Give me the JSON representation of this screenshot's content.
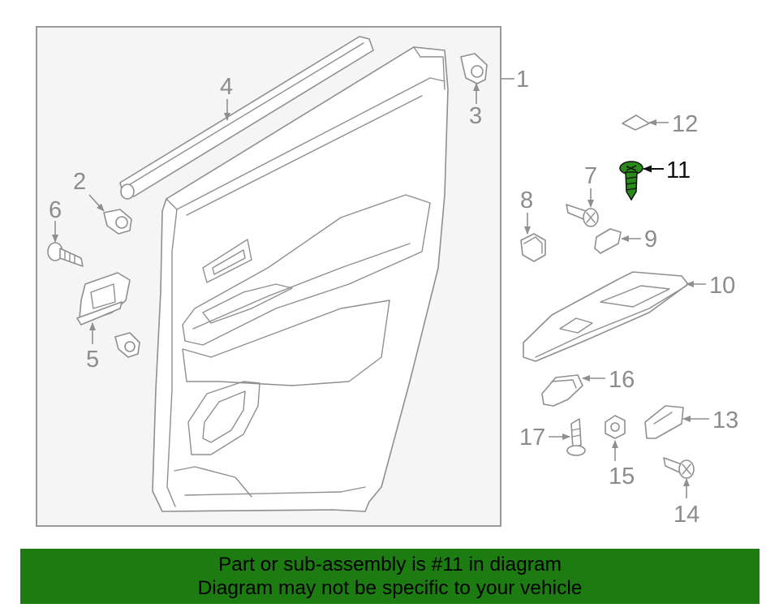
{
  "diagram": {
    "callouts": [
      {
        "id": "1",
        "text": "1"
      },
      {
        "id": "2",
        "text": "2"
      },
      {
        "id": "3",
        "text": "3"
      },
      {
        "id": "4",
        "text": "4"
      },
      {
        "id": "5",
        "text": "5"
      },
      {
        "id": "6",
        "text": "6"
      },
      {
        "id": "7",
        "text": "7"
      },
      {
        "id": "8",
        "text": "8"
      },
      {
        "id": "9",
        "text": "9"
      },
      {
        "id": "10",
        "text": "10"
      },
      {
        "id": "11",
        "text": "11"
      },
      {
        "id": "12",
        "text": "12"
      },
      {
        "id": "13",
        "text": "13"
      },
      {
        "id": "14",
        "text": "14"
      },
      {
        "id": "15",
        "text": "15"
      },
      {
        "id": "16",
        "text": "16"
      },
      {
        "id": "17",
        "text": "17"
      }
    ],
    "highlighted_part": "11",
    "colors": {
      "line_art": "#8f8f8f",
      "panel_fill": "#f5f5f5",
      "highlight_fill": "#2a8a1c",
      "banner": "#1c7c12"
    }
  },
  "banner": {
    "line1": "Part or sub-assembly is #11 in diagram",
    "line2": "Diagram may not be specific to your vehicle"
  }
}
